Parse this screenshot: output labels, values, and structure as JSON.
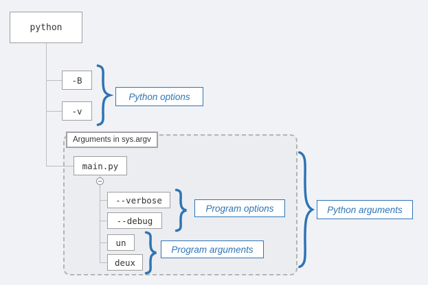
{
  "colors": {
    "accent": "#2e74b5",
    "node-border": "#9d9d9d",
    "connector": "#bdbdbd",
    "page-bg": "#f1f2f6",
    "group-bg": "#ecedf0",
    "text": "#333333"
  },
  "tree": {
    "root": {
      "label": "python"
    },
    "python_options": [
      {
        "label": "-B"
      },
      {
        "label": "-v"
      }
    ],
    "group": {
      "title": "Arguments in sys.argv"
    },
    "main": {
      "label": "main.py"
    },
    "program_options": [
      {
        "label": "--verbose"
      },
      {
        "label": "--debug"
      }
    ],
    "program_arguments": [
      {
        "label": "un"
      },
      {
        "label": "deux"
      }
    ]
  },
  "annotations": {
    "python_options": "Python options",
    "program_options": "Program options",
    "program_arguments": "Program arguments",
    "python_arguments": "Python arguments"
  }
}
